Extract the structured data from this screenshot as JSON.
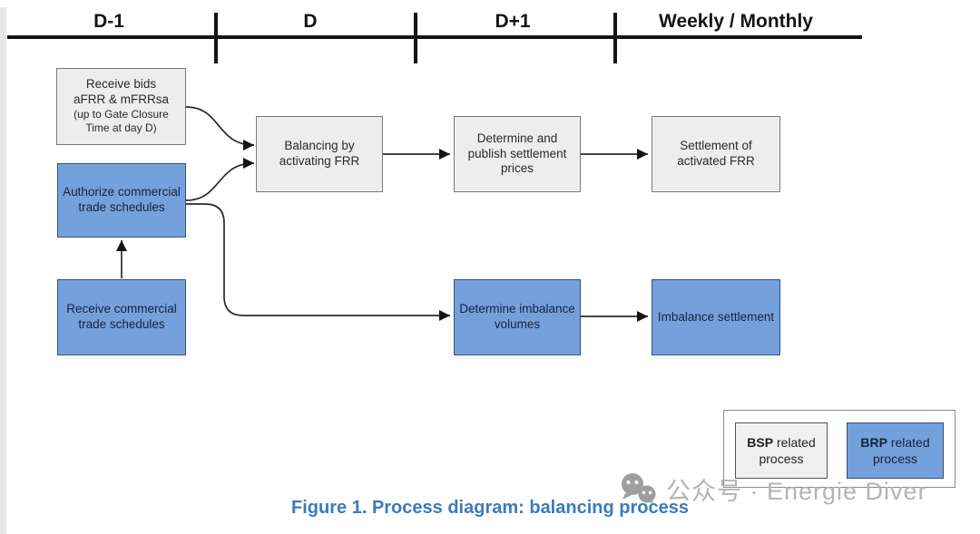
{
  "colors": {
    "blue_fill": "#74a1dc",
    "blue_border": "#34517e",
    "gray_fill": "#ededed",
    "gray_border": "#7a7a7a",
    "caption_blue": "#3c7abd",
    "watermark_gray": "#b4b4b4",
    "line_black": "#141414"
  },
  "timeline": {
    "labels": [
      "D-1",
      "D",
      "D+1",
      "Weekly / Monthly"
    ]
  },
  "process_boxes": {
    "receive_bids": {
      "lines": [
        "Receive bids",
        "aFRR & mFRRsa",
        "(up to Gate Closure",
        "Time at day D)"
      ]
    },
    "authorize_schedules": {
      "label": "Authorize commercial trade schedules"
    },
    "receive_schedules": {
      "label": "Receive commercial trade schedules"
    },
    "balancing_frr": {
      "label": "Balancing by activating FRR"
    },
    "settlement_prices": {
      "label": "Determine and publish settlement prices"
    },
    "settlement_frr": {
      "label": "Settlement of activated FRR"
    },
    "imbalance_volumes": {
      "label": "Determine imbalance volumes"
    },
    "imbalance_settlement": {
      "label": "Imbalance settlement"
    }
  },
  "legend": {
    "items": [
      {
        "acronym": "BSP",
        "rest": "related process"
      },
      {
        "acronym": "BRP",
        "rest": "related process"
      }
    ]
  },
  "caption": "Figure 1. Process diagram: balancing process",
  "watermark": {
    "text": "公众号 · Energie Diver"
  }
}
